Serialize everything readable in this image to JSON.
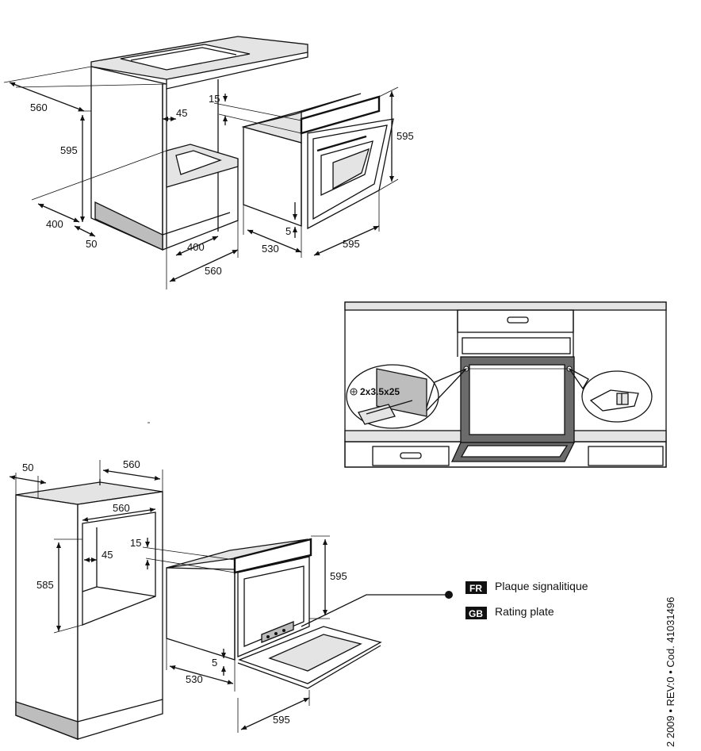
{
  "top_diagram": {
    "dims": {
      "width_cabinet": "560",
      "height_cabinet": "595",
      "gap_top": "45",
      "depth_shelf": "400",
      "base_gap": "50",
      "shelf_depth_bottom": "400",
      "width_bottom": "560",
      "trim": "15",
      "oven_height": "595",
      "oven_depth": "530",
      "bottom_gap": "5",
      "oven_width": "595"
    }
  },
  "mounting_detail": {
    "screw_label": "2x3.5x25"
  },
  "bottom_diagram": {
    "dims": {
      "side_gap": "50",
      "column_width": "560",
      "niche_width": "560",
      "niche_height": "585",
      "gap_top": "45",
      "trim": "15",
      "oven_height": "595",
      "oven_depth": "530",
      "bottom_gap": "5",
      "oven_width": "595"
    }
  },
  "legend": {
    "items": [
      {
        "code": "FR",
        "text": "Plaque signalitique"
      },
      {
        "code": "GB",
        "text": "Rating plate"
      }
    ]
  },
  "doc_code": "2 2009 • REV:0 • Cod. 41031496"
}
